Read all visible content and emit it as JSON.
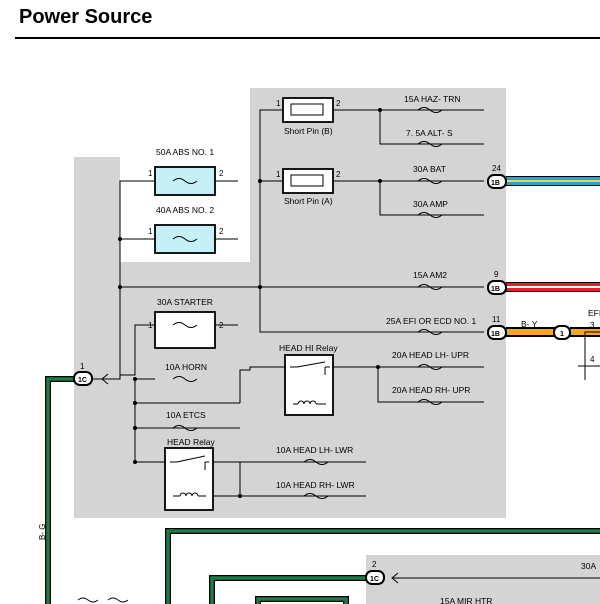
{
  "title": "Power Source",
  "fuses": {
    "abs1": "50A ABS NO. 1",
    "abs2": "40A ABS NO. 2",
    "starter": "30A STARTER",
    "horn": "10A HORN",
    "etcs": "10A ETCS",
    "haz": "15A HAZ- TRN",
    "alt": "7. 5A ALT- S",
    "bat": "30A BAT",
    "amp": "30A AMP",
    "am2": "15A AM2",
    "efi": "25A EFI OR ECD NO. 1",
    "head_lh_upr": "20A HEAD LH- UPR",
    "head_rh_upr": "20A HEAD RH- UPR",
    "head_lh_lwr": "10A HEAD LH- LWR",
    "head_rh_lwr": "10A HEAD RH- LWR",
    "fuse_30a_bottom": "30A",
    "mir_htr": "15A MIR HTR"
  },
  "short_pins": {
    "b": "Short Pin (B)",
    "a": "Short Pin (A)"
  },
  "relays": {
    "head_hi": "HEAD HI Relay",
    "head": "HEAD Relay"
  },
  "pins": {
    "one": "1",
    "two": "2",
    "three": "3",
    "four": "4",
    "nine": "9",
    "eleven": "11",
    "twentyfour": "24"
  },
  "connectors": {
    "c1c": "1C",
    "c1b": "1B",
    "c1": "1"
  },
  "wire_colors": {
    "by": "B- Y",
    "bg": "B- G"
  },
  "efi_label": "EFI",
  "colors": {
    "panel": "#d4d4d4",
    "fuse_fill": "#c5f0f5",
    "wire_green": "#1f7a45",
    "wire_orange": "#f5a623",
    "wire_blue": "#29a3d6",
    "wire_red": "#e0202a",
    "wire_yellow": "#f2d23a"
  }
}
